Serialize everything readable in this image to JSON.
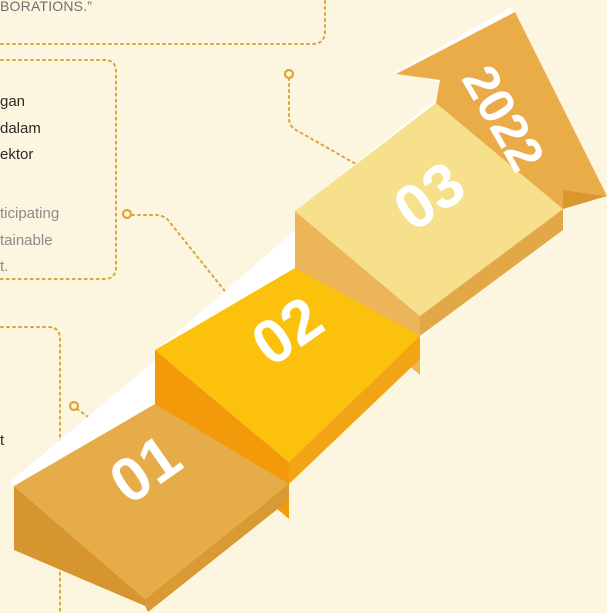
{
  "colors": {
    "background": "#fcf6e0",
    "step_01": "#e6ac4a",
    "step_02": "#fcc10c",
    "step_03": "#f7e08c",
    "arrow": "#e9ac48",
    "dotted_line": "#d9a53e",
    "label_text": "#ffffff"
  },
  "top_card": {
    "quote_fragment": "BORATIONS.”"
  },
  "middle_card": {
    "lines_id": [
      "gan",
      "dalam",
      "ektor"
    ],
    "lines_en": [
      "ticipating",
      "tainable",
      "t."
    ]
  },
  "bottom_card": {
    "fragment": "t"
  },
  "steps": [
    {
      "label": "01",
      "icon": "step-01"
    },
    {
      "label": "02",
      "icon": "step-02"
    },
    {
      "label": "03",
      "icon": "step-03"
    }
  ],
  "arrow": {
    "label": "2022"
  }
}
